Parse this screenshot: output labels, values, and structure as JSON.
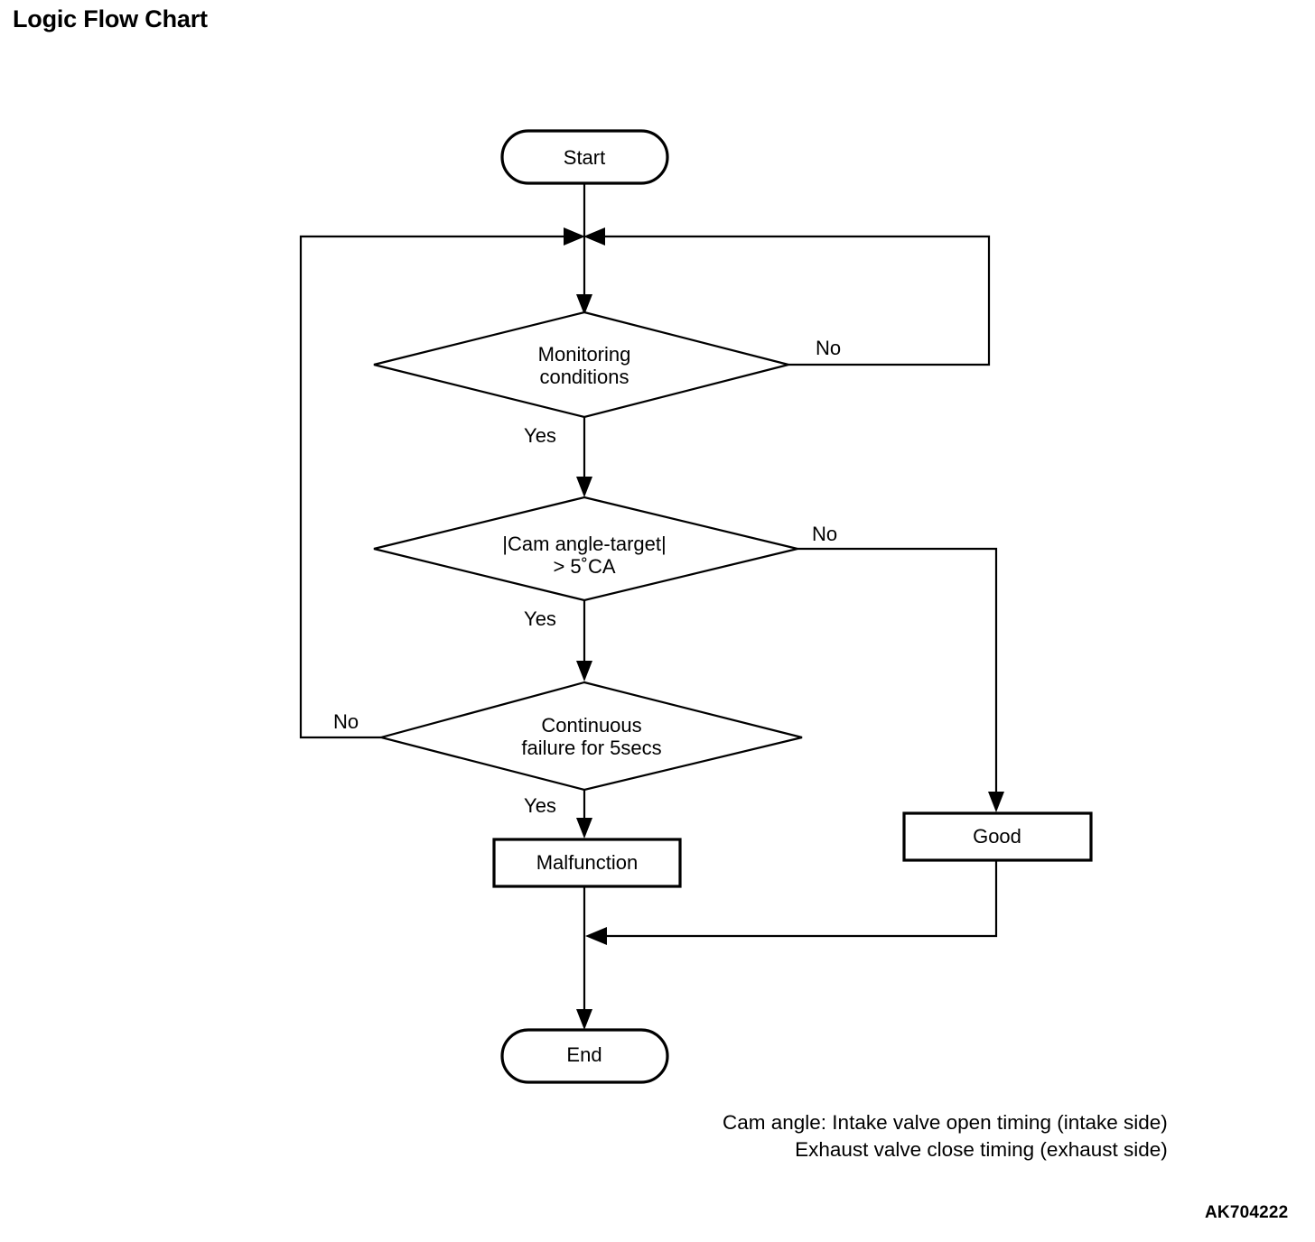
{
  "page": {
    "title": "Logic Flow Chart",
    "figure_code": "AK704222"
  },
  "footnote": {
    "line1": "Cam angle: Intake valve open timing (intake side)",
    "line2": "Exhaust valve close timing (exhaust side)"
  },
  "chart_data": {
    "type": "diagram",
    "title": "Logic Flow Chart",
    "nodes": [
      {
        "id": "start",
        "shape": "stadium",
        "label": "Start"
      },
      {
        "id": "d1",
        "shape": "diamond",
        "label_line1": "Monitoring",
        "label_line2": "conditions"
      },
      {
        "id": "d2",
        "shape": "diamond",
        "label_line1": "|Cam angle-target|",
        "label_line2": "> 5˚CA"
      },
      {
        "id": "d3",
        "shape": "diamond",
        "label_line1": "Continuous",
        "label_line2": "failure for 5secs"
      },
      {
        "id": "malfunction",
        "shape": "rectangle",
        "label": "Malfunction"
      },
      {
        "id": "good",
        "shape": "rectangle",
        "label": "Good"
      },
      {
        "id": "end",
        "shape": "stadium",
        "label": "End"
      }
    ],
    "edges": [
      {
        "from": "start",
        "to": "d1",
        "label": ""
      },
      {
        "from": "d1",
        "to": "d2",
        "label": "Yes"
      },
      {
        "from": "d1",
        "to": "d1_loop_junction",
        "label": "No"
      },
      {
        "from": "d2",
        "to": "d3",
        "label": "Yes"
      },
      {
        "from": "d2",
        "to": "good",
        "label": "No"
      },
      {
        "from": "d3",
        "to": "malfunction",
        "label": "Yes"
      },
      {
        "from": "d3",
        "to": "d1_loop_junction",
        "label": "No"
      },
      {
        "from": "malfunction",
        "to": "end",
        "label": ""
      },
      {
        "from": "good",
        "to": "end",
        "label": ""
      }
    ]
  },
  "labels": {
    "start": "Start",
    "end": "End",
    "malfunction": "Malfunction",
    "good": "Good",
    "d1_line1": "Monitoring",
    "d1_line2": "conditions",
    "d2_line1": "|Cam angle-target|",
    "d2_line2": "> 5˚CA",
    "d3_line1": "Continuous",
    "d3_line2": "failure for 5secs",
    "yes1": "Yes",
    "yes2": "Yes",
    "yes3": "Yes",
    "no1": "No",
    "no2": "No",
    "no3": "No"
  },
  "colors": {
    "line": "#000000",
    "fill": "#ffffff",
    "text": "#000000"
  }
}
